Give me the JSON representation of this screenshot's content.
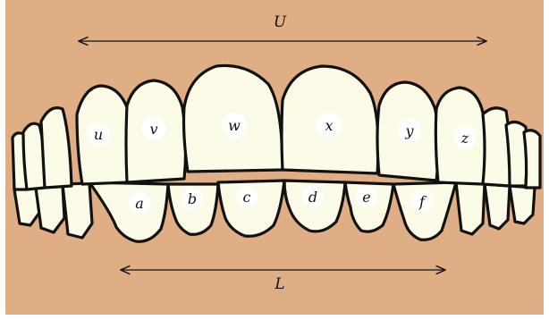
{
  "colors": {
    "background": "#e0ae84",
    "tooth_fill": "#fbfbe8",
    "outline": "#111111",
    "border": "#ffffff"
  },
  "upper_arch": {
    "label": "U"
  },
  "lower_arch": {
    "label": "L"
  },
  "upper_teeth": [
    {
      "id": "u",
      "label": "u"
    },
    {
      "id": "v",
      "label": "v"
    },
    {
      "id": "w",
      "label": "w"
    },
    {
      "id": "x",
      "label": "x"
    },
    {
      "id": "y",
      "label": "y"
    },
    {
      "id": "z",
      "label": "z"
    }
  ],
  "lower_teeth": [
    {
      "id": "a",
      "label": "a"
    },
    {
      "id": "b",
      "label": "b"
    },
    {
      "id": "c",
      "label": "c"
    },
    {
      "id": "d",
      "label": "d"
    },
    {
      "id": "e",
      "label": "e"
    },
    {
      "id": "f",
      "label": "f"
    }
  ]
}
